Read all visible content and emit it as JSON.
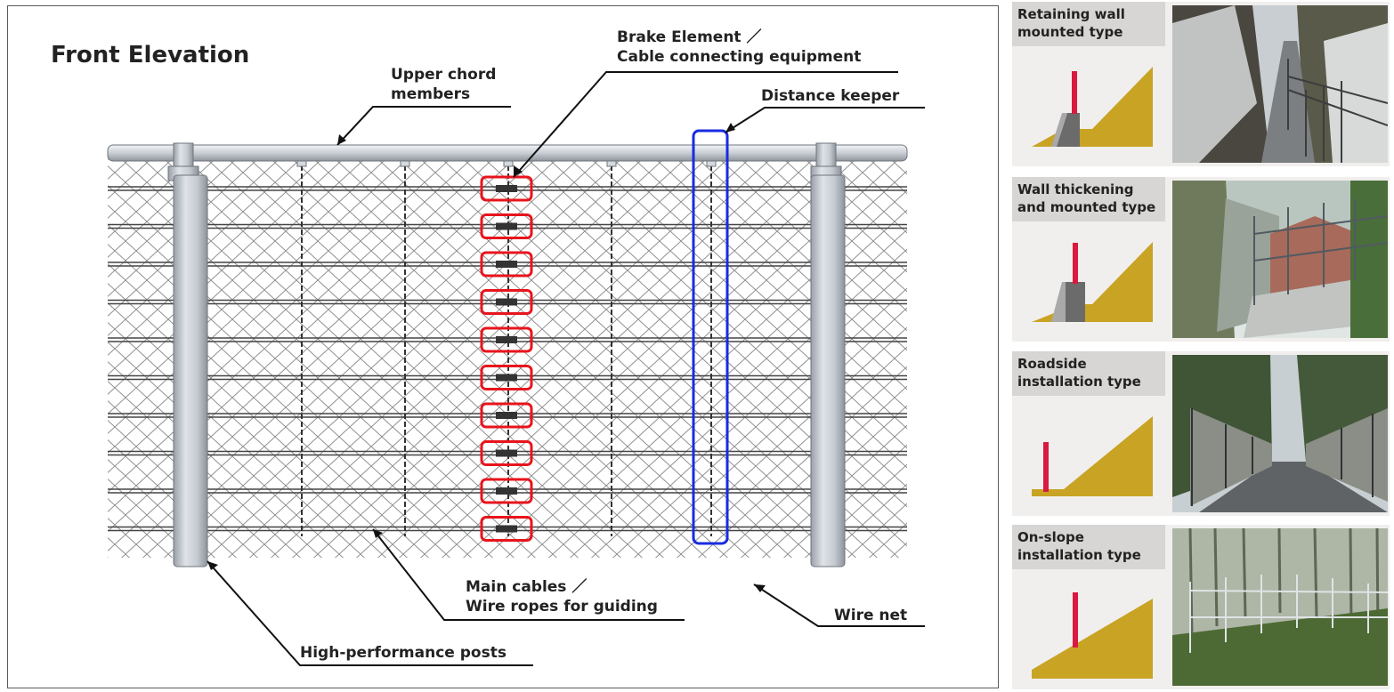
{
  "main": {
    "title": "Front Elevation",
    "labels": {
      "upper_chord": [
        "Upper chord",
        "members"
      ],
      "brake": [
        "Brake Element ／",
        "Cable connecting equipment"
      ],
      "distance_keeper": "Distance keeper",
      "main_cables": [
        "Main cables ／",
        "Wire ropes for guiding"
      ],
      "wire_net": "Wire net",
      "posts": "High-performance posts"
    },
    "colors": {
      "brake_highlight": "#e8141c",
      "distance_keeper_highlight": "#1a2be0",
      "post": "#c6cbd2",
      "net": "#7a7a7a"
    }
  },
  "types": [
    {
      "line1": "Retaining wall",
      "line2": "mounted type",
      "scene": "snow-ditch"
    },
    {
      "line1": "Wall thickening",
      "line2": "and mounted type",
      "scene": "wall-house"
    },
    {
      "line1": "Roadside",
      "line2": "installation type",
      "scene": "road"
    },
    {
      "line1": "On-slope",
      "line2": "installation type",
      "scene": "forest"
    }
  ],
  "colors": {
    "slope": "#c9a324",
    "post_red": "#d9193f",
    "wall_dark": "#6b6b6b",
    "wall_light": "#a9a9a9",
    "label_band": "#d8d6d4",
    "card_bg": "#f0efed"
  }
}
